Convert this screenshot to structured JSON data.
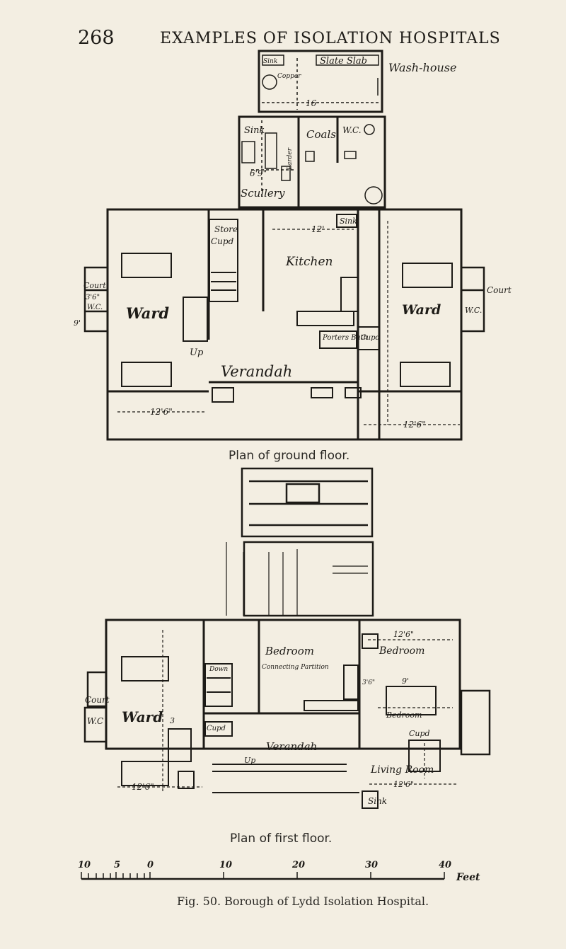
{
  "header": {
    "page_number": "268",
    "title": "EXAMPLES OF ISOLATION HOSPITALS"
  },
  "ground_floor": {
    "caption": "Plan of ground floor.",
    "labels": {
      "sink_top": "Sink",
      "slate_slab": "Slate Slab",
      "copper": "Copper",
      "wash_house": "Wash-house",
      "dim_16": "16",
      "sink_scullery": "Sink",
      "coals": "Coals",
      "wc_top": "W.C.",
      "dim_6_9": "6'9\"",
      "scullery": "Scullery",
      "larder": "Larder",
      "store": "Store",
      "cupd": "Cupd",
      "sink_kitchen": "Sink",
      "dim_12_kitchen": "12'",
      "kitchen": "Kitchen",
      "court_left": "Court",
      "dim_3_6": "3'6\"",
      "wc_left": "W.C.",
      "dim_9": "9'",
      "ward_left": "Ward",
      "up": "Up",
      "porters_bath": "Porters Bath",
      "cupd_right": "Cupd",
      "ward_right": "Ward",
      "court_right": "Court",
      "wc_right": "W.C.",
      "verandah": "Verandah",
      "dim_12_6_left": "12'6\"",
      "dim_12_6_right": "12'6\""
    }
  },
  "first_floor": {
    "caption": "Plan of first floor.",
    "labels": {
      "ward": "Ward",
      "court": "Court",
      "wc": "W.C",
      "dim_12_6_left": "12'6\"",
      "dim_3": "3",
      "bedroom_left": "Bedroom",
      "connecting_partition": "Connecting Partition",
      "down": "Down",
      "cupd": "Cupd",
      "verandah": "Verandah",
      "up": "Up",
      "dim_12_6_top": "12'6\"",
      "bedroom_right": "Bedroom",
      "dim_3_6": "3'6\"",
      "dim_9": "9'",
      "bedroom_mid": "Bedroom",
      "cupd_right": "Cupd",
      "living_room": "Living Room",
      "dim_12_6_bottom": "12'6\"",
      "sink": "Sink"
    }
  },
  "scale": {
    "ticks": [
      "10",
      "5",
      "0",
      "10",
      "20",
      "30",
      "40"
    ],
    "unit": "Feet"
  },
  "figure_caption": "Fig. 50. Borough of Lydd Isolation Hospital."
}
